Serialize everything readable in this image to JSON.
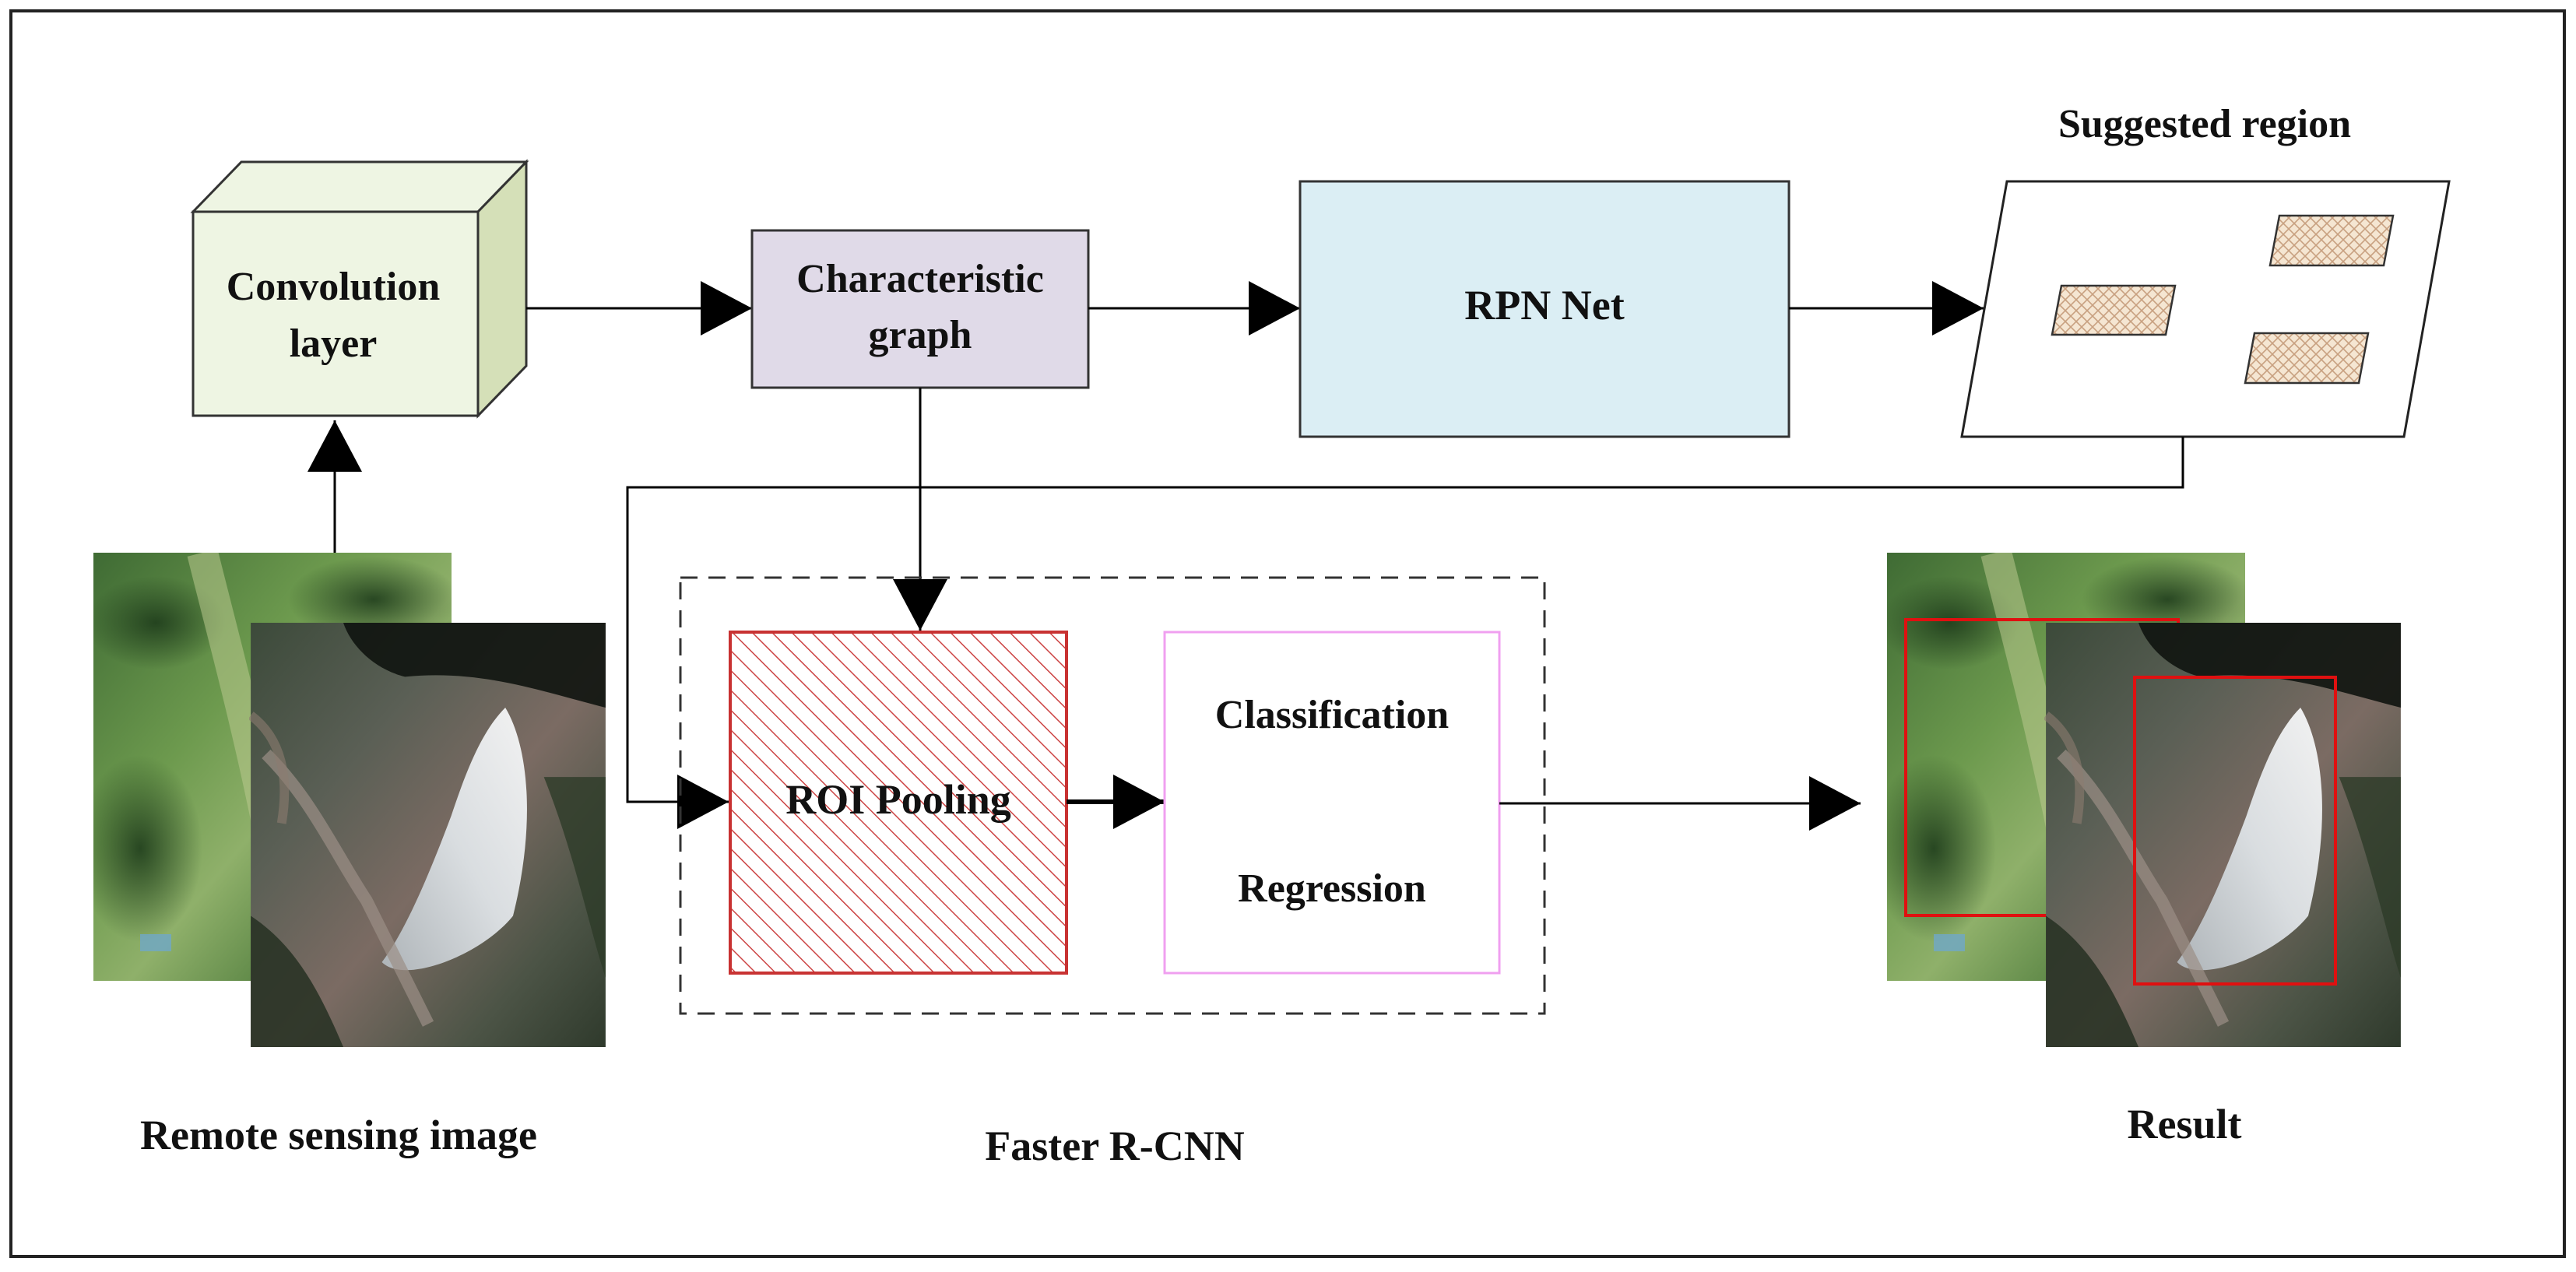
{
  "nodes": {
    "convolution": {
      "line1": "Convolution",
      "line2": "layer"
    },
    "characteristic": {
      "line1": "Characteristic",
      "line2": "graph"
    },
    "rpn": {
      "label": "RPN Net"
    },
    "suggested_region": {
      "title": "Suggested region"
    },
    "roi_pooling": {
      "label": "ROI Pooling"
    },
    "classifier": {
      "line1": "Classification",
      "line2": "Regression"
    }
  },
  "captions": {
    "input": "Remote sensing image",
    "faster_rcnn": "Faster R-CNN",
    "result": "Result"
  },
  "colors": {
    "convolution_fill": "#eef5e3",
    "convolution_side": "#d5e0b8",
    "characteristic_fill": "#e0dae8",
    "rpn_fill": "#dbeef4",
    "roi_border": "#c83232",
    "classifier_border": "#f0a0f0",
    "detection_box": "#e01010",
    "region_fill": "#f2e2cc"
  }
}
